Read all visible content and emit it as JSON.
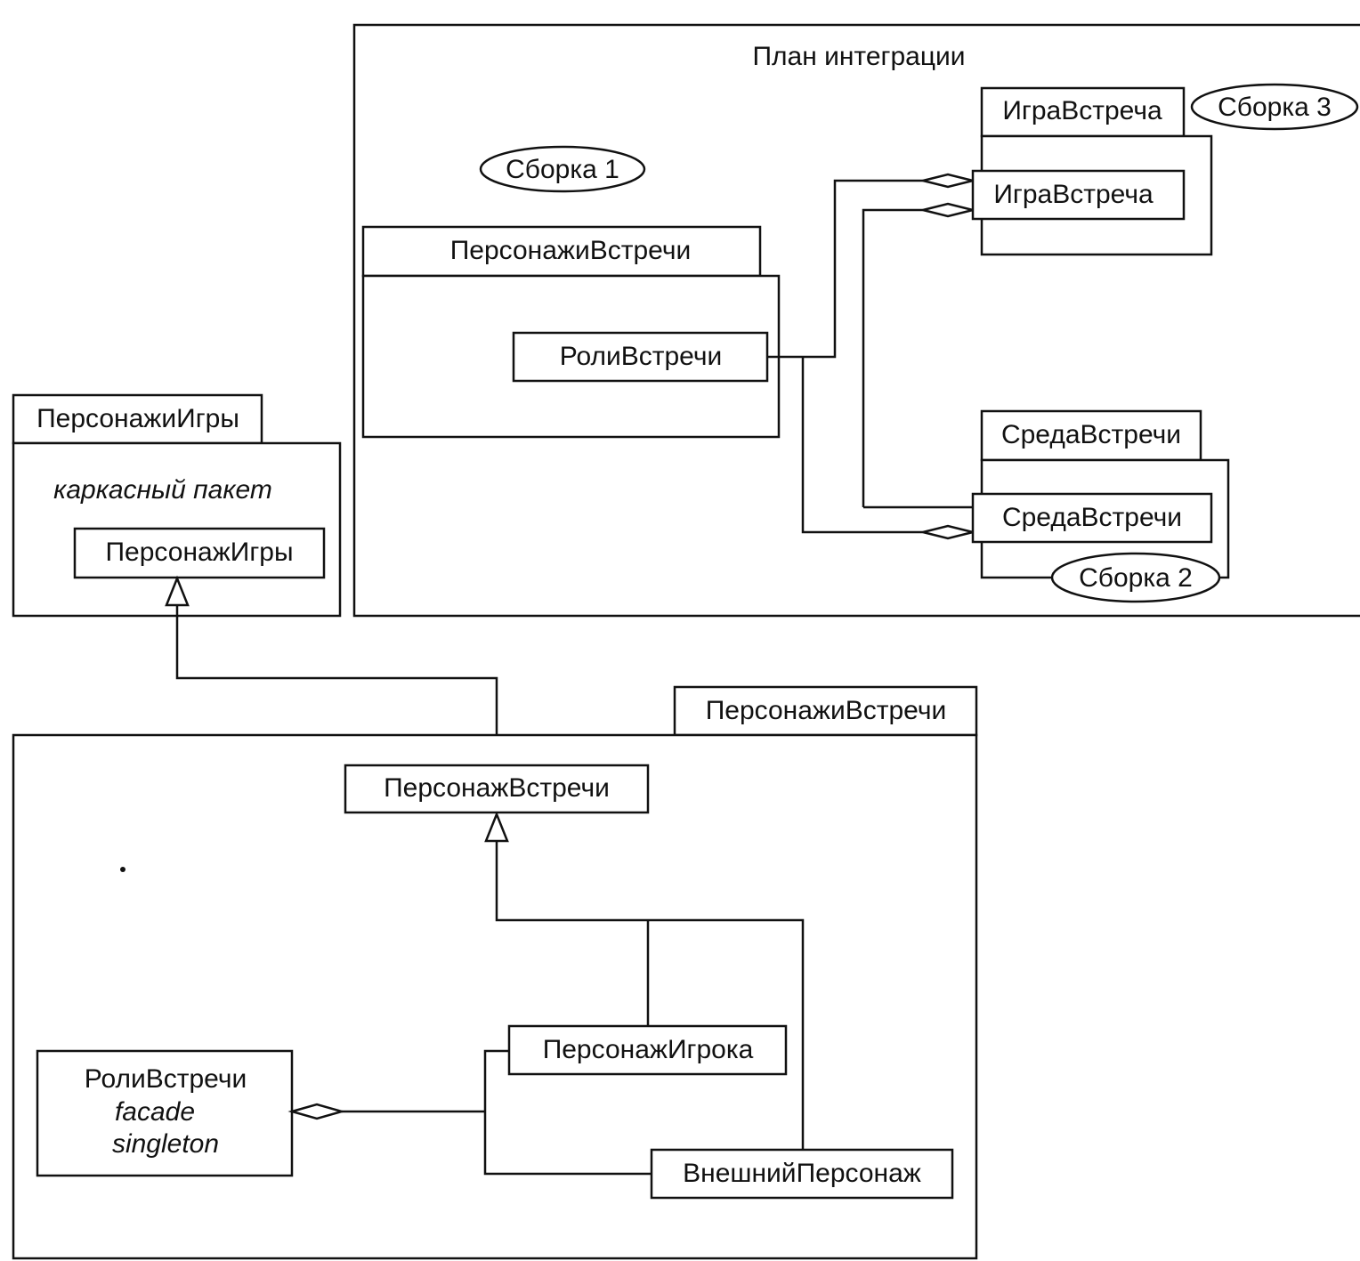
{
  "integration_plan": {
    "title": "План интеграции",
    "build1": "Сборка 1",
    "build2": "Сборка 2",
    "build3": "Сборка 3",
    "characters_pkg": {
      "tab": "ПерсонажиВстречи",
      "class": "РолиВстречи"
    },
    "game_pkg": {
      "tab": "ИграВстреча",
      "class": "ИграВстреча"
    },
    "env_pkg": {
      "tab": "СредаВстречи",
      "class": "СредаВстречи"
    }
  },
  "game_characters_pkg": {
    "tab": "ПерсонажиИгры",
    "stereotype": "каркасный пакет",
    "class": "ПерсонажИгры"
  },
  "meeting_characters_pkg": {
    "tab": "ПерсонажиВстречи",
    "meeting_character": "ПерсонажВстречи",
    "player_character": "ПерсонажИгрока",
    "external_character": "ВнешнийПерсонаж",
    "roles": {
      "name": "РолиВстречи",
      "pattern1": "facade",
      "pattern2": "singleton"
    }
  }
}
